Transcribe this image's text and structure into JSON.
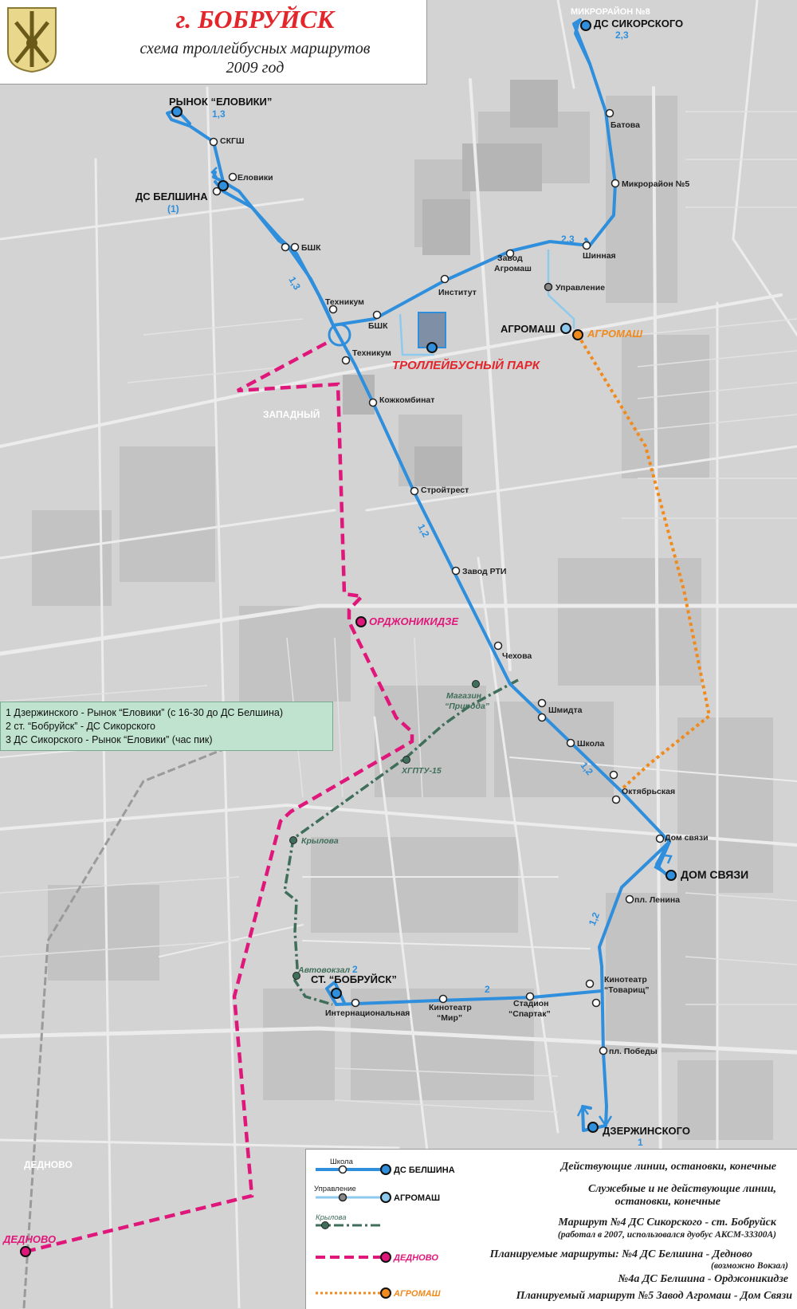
{
  "header": {
    "city": "г. БОБРУЙСК",
    "subtitle": "схема троллейбусных маршрутов",
    "year": "2009 год"
  },
  "routes_box": {
    "lines": [
      "1 Дзержинского - Рынок “Еловики” (с 16-30 до ДС Белшина)",
      "2 ст. “Бобруйск” - ДС Сикорского",
      "3 ДС Сикорского - Рынок “Еловики” (час пик)"
    ]
  },
  "map": {
    "terminals": {
      "sikorskogo": "ДС СИКОРСКОГО",
      "sikorskogo_routes": "2,3",
      "mikro8": "МИКРОРАЙОН №8",
      "yeloviki": "РЫНОК “ЕЛОВИКИ”",
      "yeloviki_routes": "1,3",
      "belshina": "ДС БЕЛШИНА",
      "belshina_routes": "(1)",
      "agromash_service": "АГРОМАШ",
      "agromash_planned": "АГРОМАШ",
      "park": "ТРОЛЛЕЙБУСНЫЙ ПАРК",
      "ordzhonikidze": "ОРДЖОНИКИДЗЕ",
      "dom_svyazi": "ДОМ СВЯЗИ",
      "st_bobruisk": "СТ. “БОБРУЙСК”",
      "dzerzhinskogo": "ДЗЕРЖИНСКОГО",
      "dzerzhinskogo_route": "1",
      "dednovo": "ДЕДНОВО",
      "dednovo_area": "ДЕДНОВО",
      "zapadny": "ЗАПАДНЫЙ"
    },
    "stops": {
      "batova": "Батова",
      "mikro5": "Микрорайон №5",
      "shinnaya": "Шинная",
      "zavod_agromash": "Завод Агромаш",
      "upravlenie": "Управление",
      "institut": "Институт",
      "bshk": "БШК",
      "bshk2": "БШК",
      "tehnikum": "Техникум",
      "tehnikum2": "Техникум",
      "skgsh": "СКГШ",
      "yeloviki_stop": "Еловики",
      "kozhkombinat": "Кожкомбинат",
      "stroytrest": "Стройтрест",
      "zavod_rti": "Завод РТИ",
      "chehova": "Чехова",
      "shmidta": "Шмидта",
      "shkola": "Школа",
      "oktyabrskaya": "Октябрьская",
      "dom_svyazi_stop": "Дом связи",
      "pl_lenina": "пл. Ленина",
      "kinoteatr_tovarisch": "Кинотеатр “Товарищ”",
      "pl_pobedy": "пл. Победы",
      "stadion_spartak": "Стадион “Спартак”",
      "kinoteatr_mir": "Кинотеатр “Мир”",
      "internatsionalnaya": "Интернациональная",
      "avtovokzal": "Автовокзал",
      "krylova": "Крылова",
      "hgptu": "ХГПТУ-15",
      "magazin_priroda": "Магазин “Природа”"
    },
    "route_numbers": {
      "r13": "1,3",
      "r23": "2,3",
      "r12a": "1,2",
      "r12b": "1,2",
      "r12c": "1,2",
      "r2a": "2",
      "r2b": "2"
    }
  },
  "legend": {
    "rows": [
      {
        "stop": "Школа",
        "terminal": "ДС БЕЛШИНА",
        "desc": "Действующие линии, остановки, конечные"
      },
      {
        "stop": "Управление",
        "terminal": "АГРОМАШ",
        "desc": "Служебные и не действующие линии,",
        "desc2": "остановки, конечные"
      },
      {
        "stop": "Крылова",
        "terminal": "",
        "desc": "Маршрут №4 ДС Сикорского - ст. Бобруйск",
        "desc2": "(работал в 2007, использовался дуобус АКСМ-33300А)"
      },
      {
        "stop": "",
        "terminal": "ДЕДНОВО",
        "desc": "Планируемые маршруты: №4  ДС Белшина - Дедново",
        "desc2": "(возможно Вокзал)",
        "desc3": "№4а ДС Белшина - Орджоникидзе"
      },
      {
        "stop": "",
        "terminal": "АГРОМАШ",
        "desc": "Планируемый маршрут №5 Завод Агромаш - Дом Связи"
      }
    ]
  },
  "colors": {
    "active": "#2f8fdc",
    "service": "#8ec9ee",
    "route4_old": "#3f6e5a",
    "planned_pink": "#e0177a",
    "planned_orange": "#f08a1c",
    "title_red": "#e3262b"
  }
}
